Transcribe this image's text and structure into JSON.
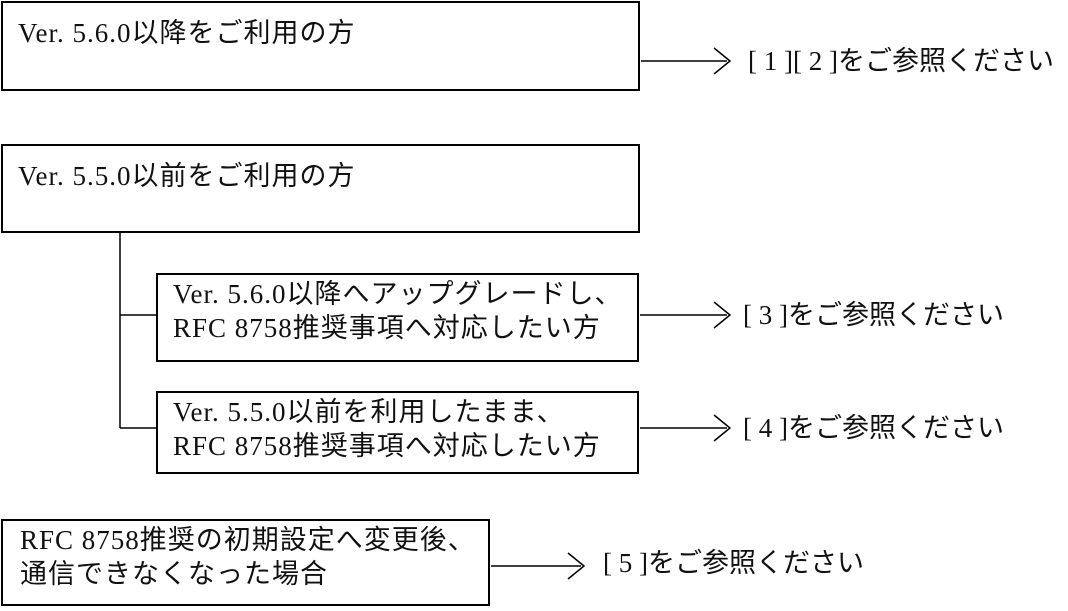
{
  "diagram": {
    "title_hint": "RFC 8758 reference flowchart",
    "colors": {
      "line": "#000000",
      "background": "#ffffff",
      "text": "#111111"
    },
    "boxes": {
      "ver560": {
        "text": "Ver. 5.6.0以降をご利用の方"
      },
      "ver550": {
        "text": "Ver. 5.5.0以前をご利用の方"
      },
      "upgrade": {
        "line1": "Ver. 5.6.0以降へアップグレードし、",
        "line2": "RFC 8758推奨事項へ対応したい方"
      },
      "keep": {
        "line1": "Ver. 5.5.0以前を利用したまま、",
        "line2": "RFC 8758推奨事項へ対応したい方"
      },
      "trouble": {
        "line1": "RFC 8758推奨の初期設定へ変更後、",
        "line2": "通信できなくなった場合"
      }
    },
    "references": {
      "ref12": {
        "text": "[ 1 ][ 2 ]をご参照ください"
      },
      "ref3": {
        "text": "[ 3 ]をご参照ください"
      },
      "ref4": {
        "text": "[ 4 ]をご参照ください"
      },
      "ref5": {
        "text": "[ 5 ]をご参照ください"
      }
    },
    "edges": [
      {
        "from": "ver560",
        "to": "ref12"
      },
      {
        "from": "ver550",
        "to": "upgrade"
      },
      {
        "from": "ver550",
        "to": "keep"
      },
      {
        "from": "upgrade",
        "to": "ref3"
      },
      {
        "from": "keep",
        "to": "ref4"
      },
      {
        "from": "trouble",
        "to": "ref5"
      }
    ]
  }
}
